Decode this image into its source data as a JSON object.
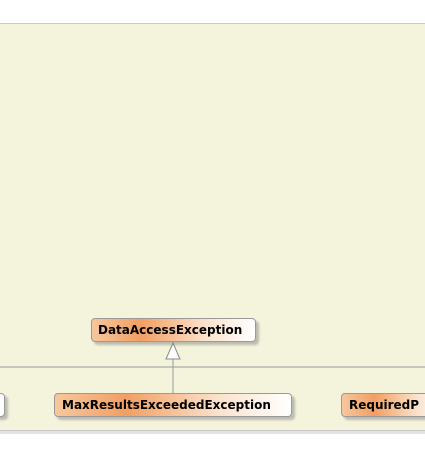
{
  "diagram": {
    "nodes": [
      {
        "id": "data-access-exception",
        "label": "DataAccessException"
      },
      {
        "id": "max-results-exceeded-exception",
        "label": "MaxResultsExceededException"
      },
      {
        "id": "required-partial",
        "label": "RequiredP"
      }
    ],
    "edges": [
      {
        "from": "max-results-exceeded-exception",
        "to": "data-access-exception",
        "type": "generalization"
      }
    ],
    "colors": {
      "canvas": "#f4f3dc",
      "class_gradient_start": "#f6c79d",
      "class_gradient_mid": "#f29f63",
      "class_gradient_end": "#ffffff",
      "border": "#9a9a9a",
      "line": "#9a9a9a"
    }
  }
}
